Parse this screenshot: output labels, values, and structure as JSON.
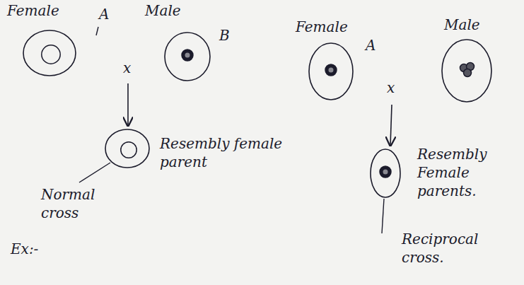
{
  "diagram": {
    "nodes": [
      {
        "text": [
          "Female"
        ]
      },
      {
        "text": [
          "Male"
        ]
      },
      {
        "text": [
          "Resembly female parent",
          "Normal cross"
        ]
      },
      {
        "text": [
          "Female"
        ]
      },
      {
        "text": [
          "Male"
        ]
      },
      {
        "text": [
          "Resembly Female parents.",
          "Reciprocal cross."
        ]
      }
    ],
    "labels": [
      "A",
      "B",
      "x",
      "Ex:-",
      "A",
      "x"
    ]
  }
}
